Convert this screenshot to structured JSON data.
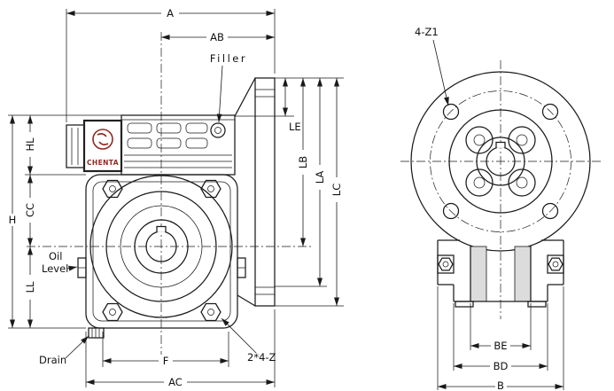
{
  "brand": {
    "name": "CHENTA",
    "color": "#8c2b21"
  },
  "ink_color": "#1a1a1a",
  "side_view": {
    "dims": {
      "a": "A",
      "ab": "AB",
      "h": "H",
      "hl": "HL",
      "cc": "CC",
      "ll": "LL",
      "f": "F",
      "ac": "AC",
      "le": "LE",
      "lb": "LB",
      "la": "LA",
      "lc": "LC"
    },
    "callouts": {
      "filler": "Filler",
      "oil_level_line1": "Oil",
      "oil_level_line2": "Level",
      "drain": "Drain",
      "side_holes": "2*4-Z"
    }
  },
  "front_view": {
    "dims": {
      "be": "BE",
      "bd": "BD",
      "b": "B"
    },
    "callouts": {
      "front_holes": "4-Z1"
    }
  }
}
